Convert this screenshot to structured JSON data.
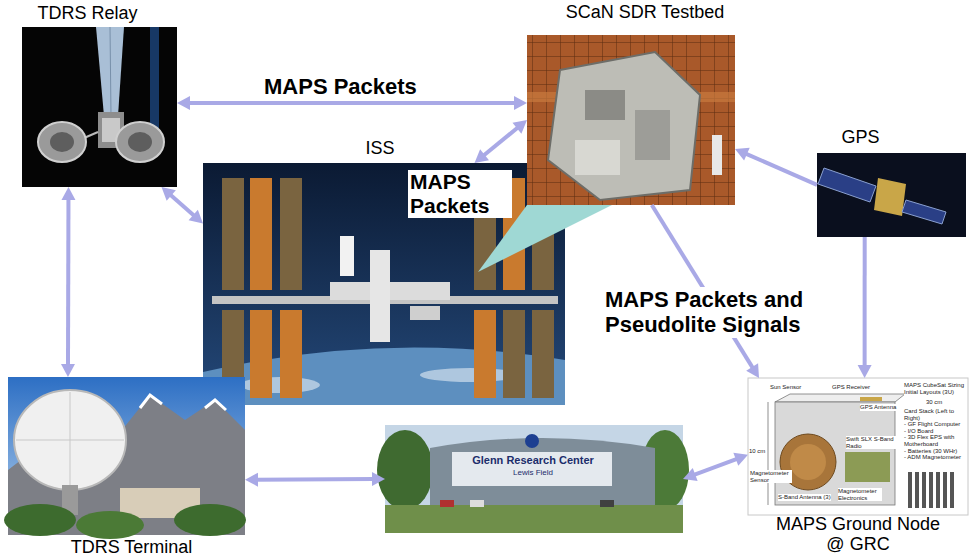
{
  "diagram": {
    "nodes": [
      {
        "text": [
          "TDRS Relay"
        ]
      },
      {
        "text": [
          "SCaN SDR Testbed"
        ]
      },
      {
        "text": [
          "ISS"
        ]
      },
      {
        "text": [
          "GPS"
        ]
      },
      {
        "text": [
          "TDRS Terminal"
        ]
      },
      {
        "text": [
          "Glenn Research Center",
          "Lewis Field"
        ]
      },
      {
        "text": [
          "MAPS Ground Node @ GRC"
        ]
      }
    ],
    "edges": [
      {
        "from": 0,
        "to": 1,
        "label": "MAPS Packets",
        "arrow": "both"
      },
      {
        "from": 0,
        "to": 2,
        "arrow": "both"
      },
      {
        "from": 1,
        "to": 2,
        "label": "MAPS Packets",
        "arrow": "both"
      },
      {
        "from": 3,
        "to": 1,
        "arrow": "to"
      },
      {
        "from": 1,
        "to": 6,
        "label": "MAPS Packets and Pseudolite Signals",
        "arrow": "to"
      },
      {
        "from": 3,
        "to": 6,
        "arrow": "to"
      },
      {
        "from": 0,
        "to": 4,
        "arrow": "both"
      },
      {
        "from": 4,
        "to": 5,
        "arrow": "both"
      },
      {
        "from": 5,
        "to": 6,
        "arrow": "both"
      }
    ],
    "labels": [
      "Sun Sensor",
      "GPS Receiver",
      "GPS Antenna",
      "MAPS CubeSat Sizing Initial Layouts (3U)",
      "30 cm",
      "10 cm",
      "Card Stack (Left to Right)",
      "- GF Flight Computer",
      "- I/O Board",
      "- 3D Flex EPS with Motherboard",
      "- Batteries (30 WHr)",
      "- ADM Magnetometer",
      "Magnetometer Sensor",
      "S-Band Antenna (3)",
      "Magnetometer Electronics",
      "Swift SLX S-Band Radio"
    ]
  }
}
